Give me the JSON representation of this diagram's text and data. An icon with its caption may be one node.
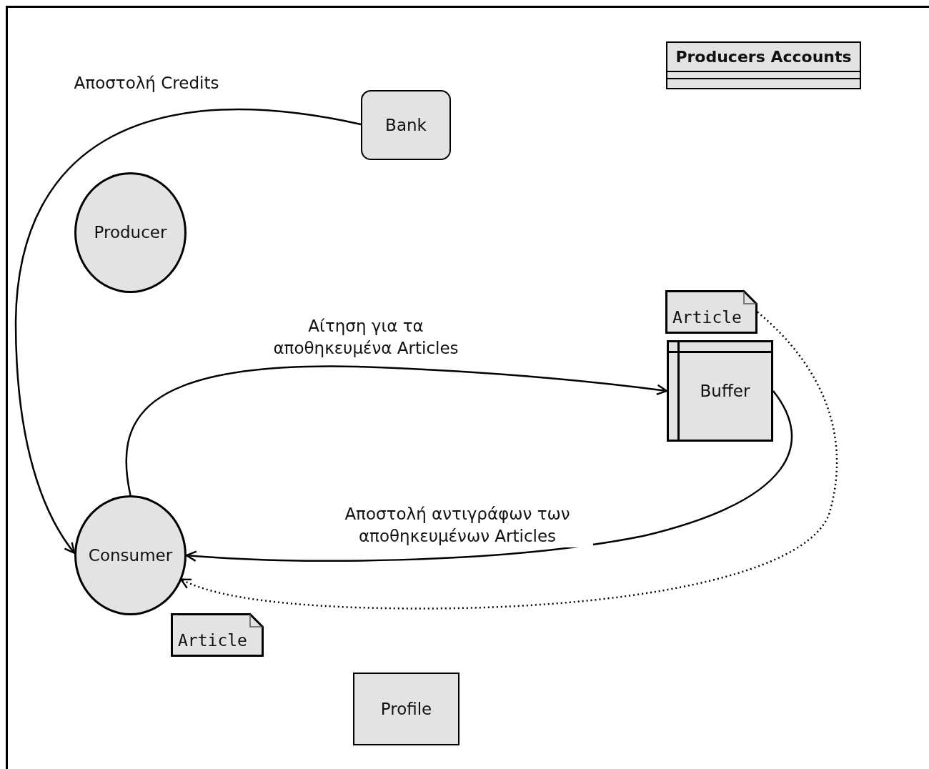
{
  "diagram": {
    "nodes": [
      {
        "text": [
          "Producers Accounts"
        ]
      },
      {
        "text": [
          "Bank"
        ]
      },
      {
        "text": [
          "Producer"
        ]
      },
      {
        "text": [
          "Article"
        ]
      },
      {
        "text": [
          "Buffer"
        ]
      },
      {
        "text": [
          "Consumer"
        ]
      },
      {
        "text": [
          "Article"
        ]
      },
      {
        "text": [
          "Profile"
        ]
      }
    ],
    "edges": [
      {
        "from": 1,
        "to": 5,
        "arrow": "to",
        "label": "Αποστολή Credits"
      },
      {
        "from": 5,
        "to": 4,
        "arrow": "to",
        "label": "Αίτηση για τα αποθηκευμένα Articles"
      },
      {
        "from": 4,
        "to": 5,
        "arrow": "to",
        "label": "Αποστολή αντιγράφων των αποθηκευμένων Articles"
      },
      {
        "from": 3,
        "to": 5,
        "arrow": "to",
        "style": "dashed"
      }
    ]
  }
}
